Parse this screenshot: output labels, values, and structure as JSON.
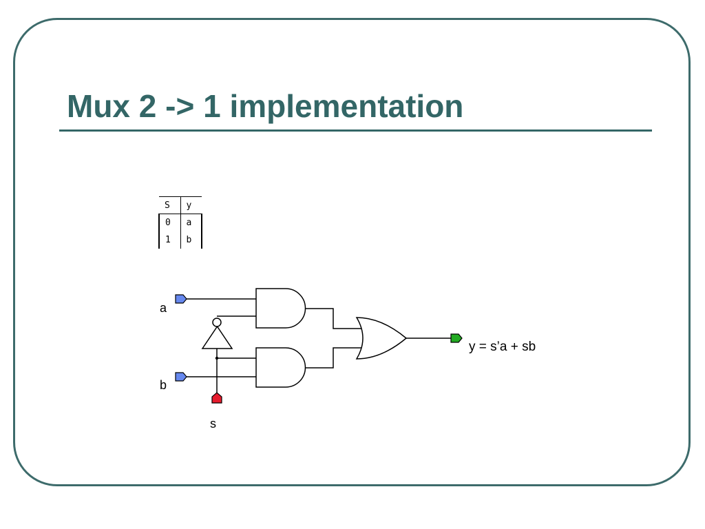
{
  "slide": {
    "title": "Mux 2 -> 1 implementation"
  },
  "truth_table": {
    "headers": [
      "S",
      "y"
    ],
    "rows": [
      [
        "0",
        "a"
      ],
      [
        "1",
        "b"
      ]
    ]
  },
  "circuit": {
    "input_a_label": "a",
    "input_b_label": "b",
    "select_label": "s",
    "output_label": "y = s’a + sb",
    "colors": {
      "data_input": "#6688ee",
      "select_input": "#e61c2e",
      "output": "#22aa22",
      "frame": "#3d6b6b",
      "title": "#336666"
    }
  }
}
